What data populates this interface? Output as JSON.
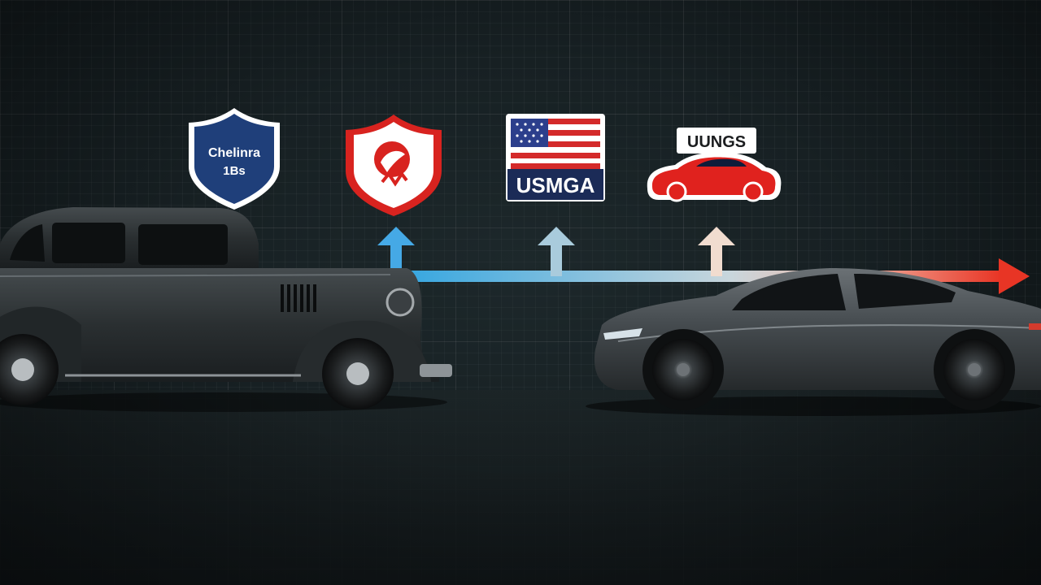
{
  "badges": {
    "shield_blue": {
      "line1": "Chelinra",
      "line2": "1Bs",
      "color": "#1f3f7a"
    },
    "shield_red": {
      "color": "#d8231f"
    },
    "flag_badge": {
      "label": "USMGA"
    },
    "car_badge": {
      "label": "UUNGS",
      "color": "#e0221e"
    }
  },
  "timeline": {
    "line_colors": [
      "#35a6e0",
      "#c9d6dc",
      "#e83525"
    ]
  },
  "colors": {
    "background": "#172023",
    "vintage_car": "#2c3134",
    "modern_car": "#4a5054"
  }
}
